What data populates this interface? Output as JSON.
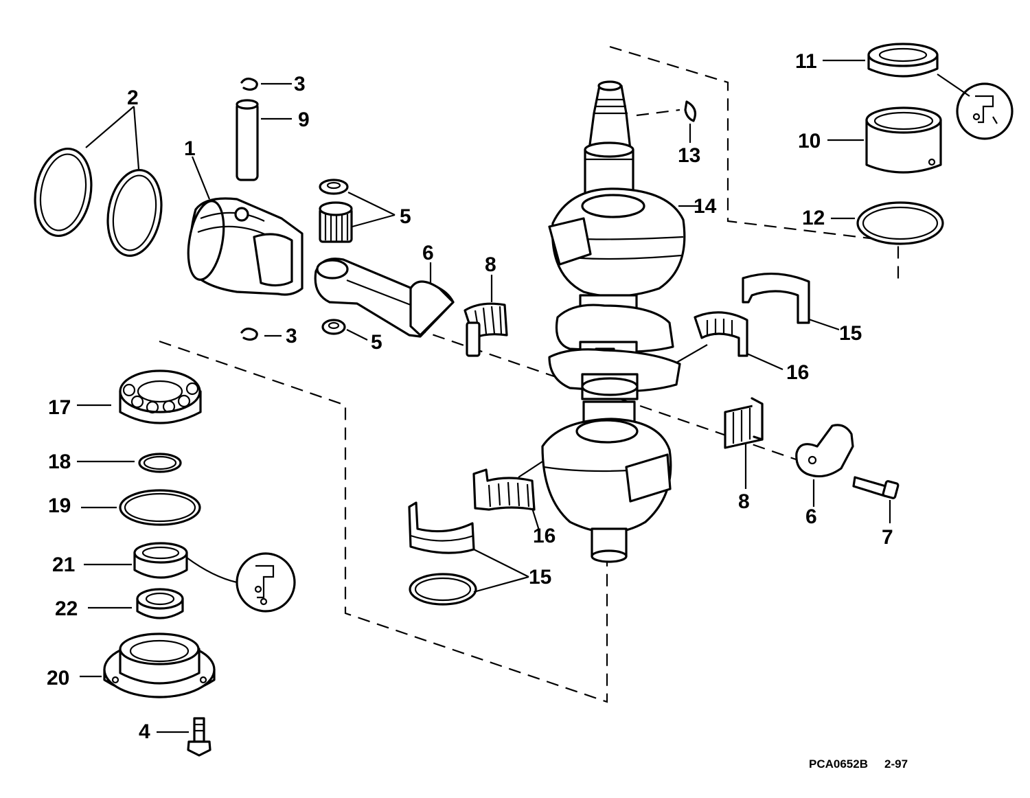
{
  "diagram": {
    "callouts": {
      "c1": "1",
      "c2": "2",
      "c3a": "3",
      "c3b": "3",
      "c4": "4",
      "c5a": "5",
      "c5b": "5",
      "c6a": "6",
      "c6b": "6",
      "c7": "7",
      "c8a": "8",
      "c8b": "8",
      "c9": "9",
      "c10": "10",
      "c11": "11",
      "c12": "12",
      "c13": "13",
      "c14": "14",
      "c15a": "15",
      "c15b": "15",
      "c16a": "16",
      "c16b": "16",
      "c17": "17",
      "c18": "18",
      "c19": "19",
      "c20": "20",
      "c21": "21",
      "c22": "22"
    },
    "reference_code": "PCA0652B",
    "revision": "2-97"
  }
}
